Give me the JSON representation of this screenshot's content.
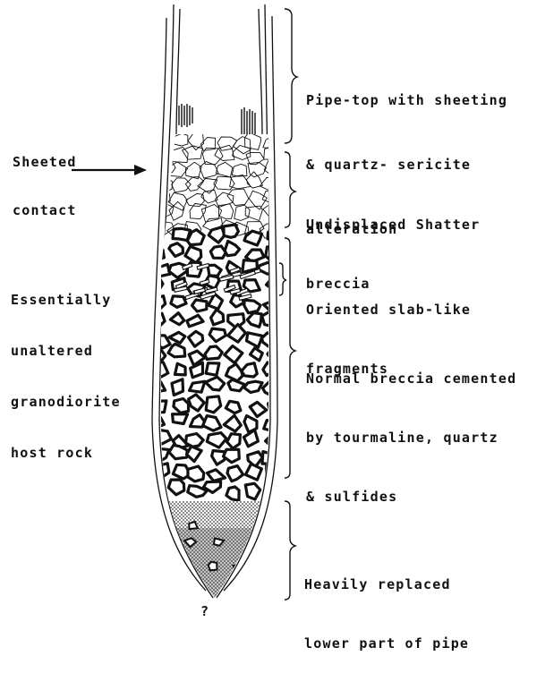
{
  "left_labels": {
    "sheeted_contact": [
      "Sheeted",
      "contact"
    ],
    "host_rock": [
      "Essentially",
      "unaltered",
      "granodiorite",
      "host rock"
    ]
  },
  "right_labels": {
    "pipe_top": [
      "Pipe-top with sheeting",
      "& quartz- sericite",
      "alteration"
    ],
    "shatter_breccia": [
      "Undisplaced Shatter",
      "breccia"
    ],
    "slab_fragments": [
      "Oriented slab-like",
      "fragments"
    ],
    "normal_breccia": [
      "Normal breccia cemented",
      "by tourmaline, quartz",
      "& sulfides"
    ],
    "lower_pipe": [
      "Heavily replaced",
      "lower part of pipe"
    ]
  },
  "bottom_mark": "?",
  "colors": {
    "ink": "#111111",
    "paper": "#ffffff",
    "stipple": "#555555"
  }
}
